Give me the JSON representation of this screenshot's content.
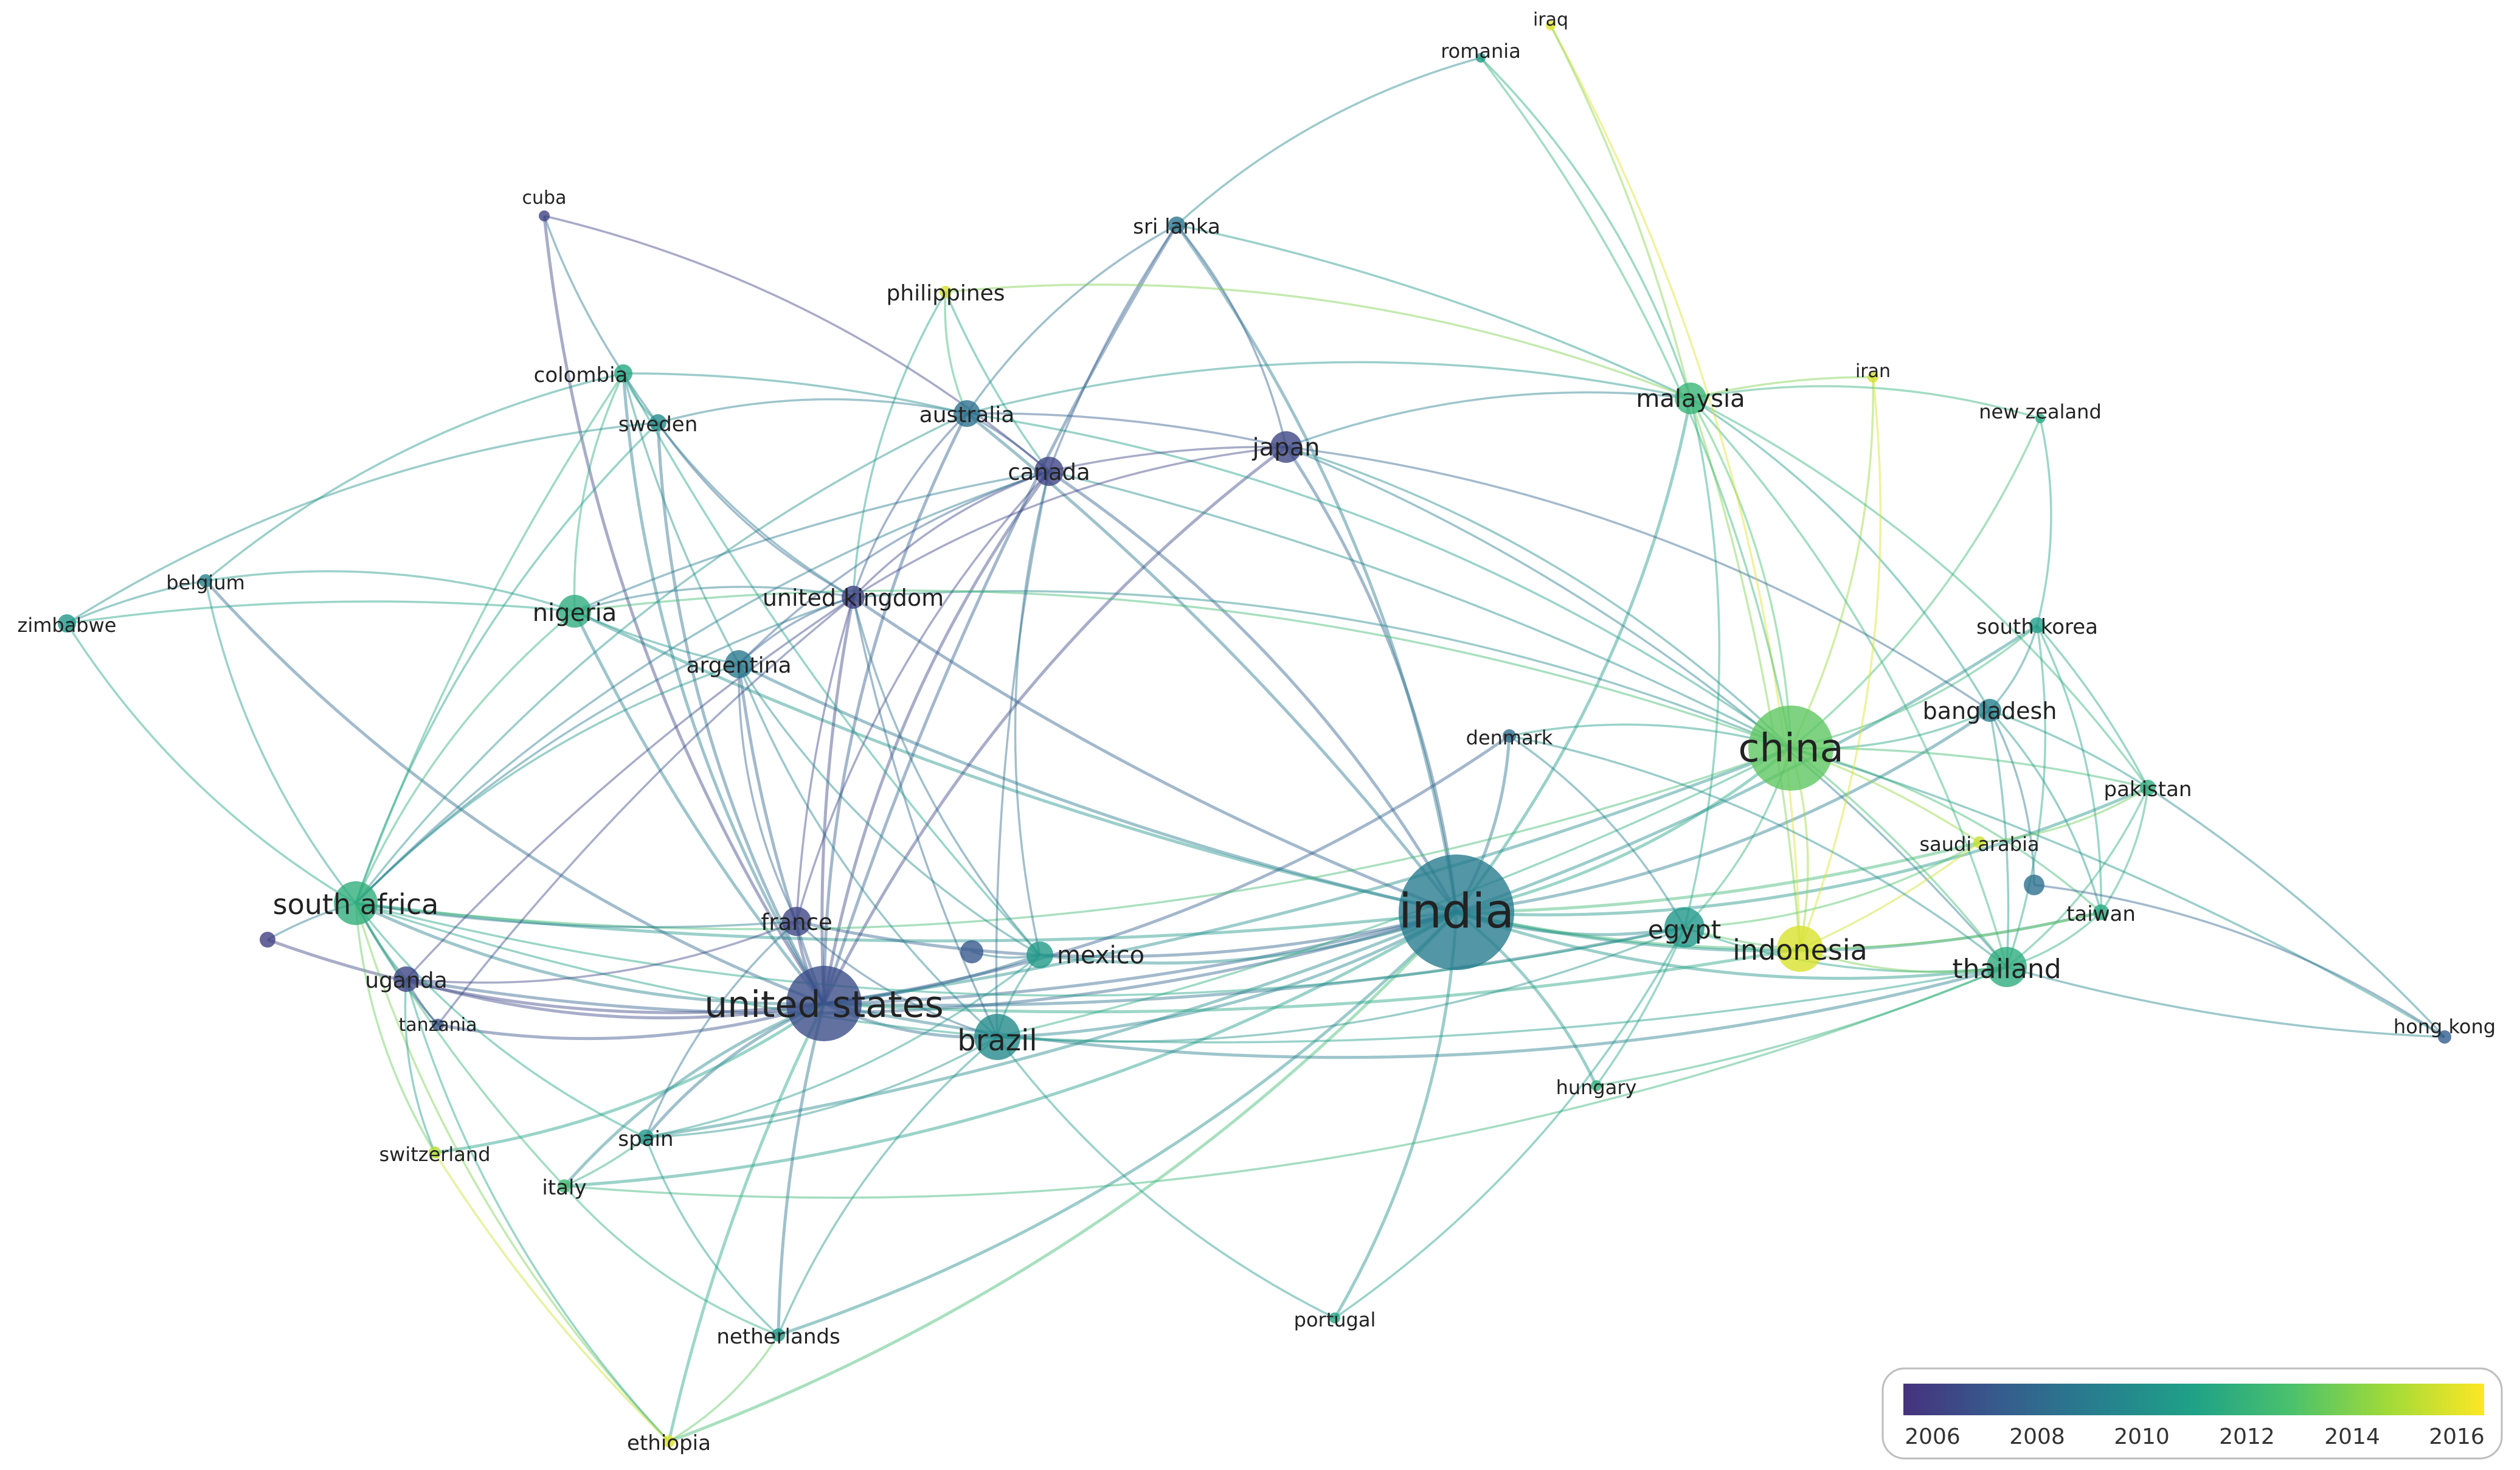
{
  "network": {
    "type": "country co-authorship network (overlay visualization)",
    "nodes": [
      {
        "id": "india",
        "label": "india",
        "size": 7,
        "year": 2009.2
      },
      {
        "id": "united_states",
        "label": "united states",
        "size": 5,
        "year": 2006.9
      },
      {
        "id": "china",
        "label": "china",
        "size": 5,
        "year": 2013.4
      },
      {
        "id": "brazil",
        "label": "brazil",
        "size": 3,
        "year": 2010.0
      },
      {
        "id": "south_africa",
        "label": "south africa",
        "size": 3,
        "year": 2011.9
      },
      {
        "id": "indonesia",
        "label": "indonesia",
        "size": 3,
        "year": 2015.9
      },
      {
        "id": "thailand",
        "label": "thailand",
        "size": 2.8,
        "year": 2011.8
      },
      {
        "id": "egypt",
        "label": "egypt",
        "size": 2.8,
        "year": 2010.6
      },
      {
        "id": "nigeria",
        "label": "nigeria",
        "size": 2.2,
        "year": 2011.8
      },
      {
        "id": "malaysia",
        "label": "malaysia",
        "size": 2.2,
        "year": 2012.3
      },
      {
        "id": "japan",
        "label": "japan",
        "size": 2.2,
        "year": 2006.6
      },
      {
        "id": "canada",
        "label": "canada",
        "size": 2,
        "year": 2006.5
      },
      {
        "id": "france",
        "label": "france",
        "size": 2,
        "year": 2006.6
      },
      {
        "id": "mexico",
        "label": "mexico",
        "size": 2,
        "year": 2010.8
      },
      {
        "id": "australia",
        "label": "australia",
        "size": 1.8,
        "year": 2008.6
      },
      {
        "id": "argentina",
        "label": "argentina",
        "size": 1.8,
        "year": 2009.0
      },
      {
        "id": "uganda",
        "label": "uganda",
        "size": 1.8,
        "year": 2006.6
      },
      {
        "id": "united_kingdom",
        "label": "united kingdom",
        "size": 1.6,
        "year": 2006.4
      },
      {
        "id": "bangladesh",
        "label": "bangladesh",
        "size": 1.6,
        "year": 2009.4
      },
      {
        "id": "colombia",
        "label": "colombia",
        "size": 1.3,
        "year": 2011.5
      },
      {
        "id": "sweden",
        "label": "sweden",
        "size": 1.2,
        "year": 2010.0
      },
      {
        "id": "sri_lanka",
        "label": "sri lanka",
        "size": 1.2,
        "year": 2008.8
      },
      {
        "id": "philippines",
        "label": "philippines",
        "size": 1,
        "year": 2015.8
      },
      {
        "id": "denmark",
        "label": "denmark",
        "size": 1,
        "year": 2008.4
      },
      {
        "id": "south_korea",
        "label": "south korea",
        "size": 1.2,
        "year": 2011.0
      },
      {
        "id": "pakistan",
        "label": "pakistan",
        "size": 1.2,
        "year": 2011.8
      },
      {
        "id": "taiwan",
        "label": "taiwan",
        "size": 1.2,
        "year": 2011.6
      },
      {
        "id": "spain",
        "label": "spain",
        "size": 1.2,
        "year": 2010.6
      },
      {
        "id": "saudi_arabia",
        "label": "saudi arabia",
        "size": 1,
        "year": 2015.6
      },
      {
        "id": "netherlands",
        "label": "netherlands",
        "size": 1,
        "year": 2010.8
      },
      {
        "id": "tanzania",
        "label": "tanzania",
        "size": 1,
        "year": 2007.2
      },
      {
        "id": "switzerland",
        "label": "switzerland",
        "size": 1,
        "year": 2015.2
      },
      {
        "id": "italy",
        "label": "italy",
        "size": 1,
        "year": 2012.6
      },
      {
        "id": "ethiopia",
        "label": "ethiopia",
        "size": 1,
        "year": 2016.0
      },
      {
        "id": "hungary",
        "label": "hungary",
        "size": 1,
        "year": 2012.0
      },
      {
        "id": "portugal",
        "label": "portugal",
        "size": 1,
        "year": 2011.4
      },
      {
        "id": "hong_kong",
        "label": "hong kong",
        "size": 1,
        "year": 2007.6
      },
      {
        "id": "belgium",
        "label": "belgium",
        "size": 1,
        "year": 2009.6
      },
      {
        "id": "zimbabwe",
        "label": "zimbabwe",
        "size": 1.2,
        "year": 2010.6
      },
      {
        "id": "cuba",
        "label": "cuba",
        "size": 0.8,
        "year": 2006.4
      },
      {
        "id": "new_zealand",
        "label": "new zealand",
        "size": 0.8,
        "year": 2011.6
      },
      {
        "id": "iran",
        "label": "iran",
        "size": 0.8,
        "year": 2015.8
      },
      {
        "id": "romania",
        "label": "romania",
        "size": 0.8,
        "year": 2010.8
      },
      {
        "id": "iraq",
        "label": "iraq",
        "size": 0.8,
        "year": 2016.0
      },
      {
        "id": "unlabeled_1",
        "label": "",
        "size": 1,
        "year": 2007.4
      },
      {
        "id": "unlabeled_2",
        "label": "",
        "size": 1,
        "year": 2006.2
      },
      {
        "id": "unlabeled_3",
        "label": "",
        "size": 1.1,
        "year": 2008.6
      }
    ],
    "edges": [
      [
        "india",
        "united_states"
      ],
      [
        "india",
        "china"
      ],
      [
        "india",
        "brazil"
      ],
      [
        "india",
        "south_africa"
      ],
      [
        "india",
        "egypt"
      ],
      [
        "india",
        "thailand"
      ],
      [
        "india",
        "indonesia"
      ],
      [
        "india",
        "japan"
      ],
      [
        "india",
        "canada"
      ],
      [
        "india",
        "united_kingdom"
      ],
      [
        "india",
        "malaysia"
      ],
      [
        "india",
        "bangladesh"
      ],
      [
        "india",
        "nigeria"
      ],
      [
        "india",
        "mexico"
      ],
      [
        "india",
        "france"
      ],
      [
        "india",
        "australia"
      ],
      [
        "india",
        "denmark"
      ],
      [
        "india",
        "pakistan"
      ],
      [
        "india",
        "saudi_arabia"
      ],
      [
        "india",
        "hungary"
      ],
      [
        "india",
        "portugal"
      ],
      [
        "india",
        "south_korea"
      ],
      [
        "india",
        "taiwan"
      ],
      [
        "india",
        "sri_lanka"
      ],
      [
        "india",
        "spain"
      ],
      [
        "india",
        "ethiopia"
      ],
      [
        "india",
        "uganda"
      ],
      [
        "india",
        "argentina"
      ],
      [
        "india",
        "netherlands"
      ],
      [
        "india",
        "italy"
      ],
      [
        "united_states",
        "china"
      ],
      [
        "united_states",
        "brazil"
      ],
      [
        "united_states",
        "south_africa"
      ],
      [
        "united_states",
        "united_kingdom"
      ],
      [
        "united_states",
        "canada"
      ],
      [
        "united_states",
        "france"
      ],
      [
        "united_states",
        "mexico"
      ],
      [
        "united_states",
        "japan"
      ],
      [
        "united_states",
        "australia"
      ],
      [
        "united_states",
        "argentina"
      ],
      [
        "united_states",
        "uganda"
      ],
      [
        "united_states",
        "tanzania"
      ],
      [
        "united_states",
        "nigeria"
      ],
      [
        "united_states",
        "spain"
      ],
      [
        "united_states",
        "colombia"
      ],
      [
        "united_states",
        "egypt"
      ],
      [
        "united_states",
        "thailand"
      ],
      [
        "united_states",
        "sweden"
      ],
      [
        "united_states",
        "netherlands"
      ],
      [
        "united_states",
        "italy"
      ],
      [
        "united_states",
        "switzerland"
      ],
      [
        "united_states",
        "ethiopia"
      ],
      [
        "united_states",
        "cuba"
      ],
      [
        "united_states",
        "belgium"
      ],
      [
        "united_states",
        "indonesia"
      ],
      [
        "united_states",
        "unlabeled_2"
      ],
      [
        "united_states",
        "denmark"
      ],
      [
        "united_states",
        "sri_lanka"
      ],
      [
        "china",
        "malaysia"
      ],
      [
        "china",
        "egypt"
      ],
      [
        "china",
        "thailand"
      ],
      [
        "china",
        "indonesia"
      ],
      [
        "china",
        "bangladesh"
      ],
      [
        "china",
        "pakistan"
      ],
      [
        "china",
        "south_korea"
      ],
      [
        "china",
        "taiwan"
      ],
      [
        "china",
        "saudi_arabia"
      ],
      [
        "china",
        "japan"
      ],
      [
        "china",
        "united_kingdom"
      ],
      [
        "china",
        "brazil"
      ],
      [
        "china",
        "south_africa"
      ],
      [
        "china",
        "new_zealand"
      ],
      [
        "china",
        "hong_kong"
      ],
      [
        "china",
        "denmark"
      ],
      [
        "china",
        "australia"
      ],
      [
        "china",
        "canada"
      ],
      [
        "china",
        "iran"
      ],
      [
        "china",
        "nigeria"
      ],
      [
        "brazil",
        "south_africa"
      ],
      [
        "brazil",
        "mexico"
      ],
      [
        "brazil",
        "argentina"
      ],
      [
        "brazil",
        "united_kingdom"
      ],
      [
        "brazil",
        "france"
      ],
      [
        "brazil",
        "egypt"
      ],
      [
        "brazil",
        "thailand"
      ],
      [
        "brazil",
        "spain"
      ],
      [
        "brazil",
        "netherlands"
      ],
      [
        "brazil",
        "canada"
      ],
      [
        "brazil",
        "portugal"
      ],
      [
        "south_africa",
        "nigeria"
      ],
      [
        "south_africa",
        "uganda"
      ],
      [
        "south_africa",
        "united_kingdom"
      ],
      [
        "south_africa",
        "zimbabwe"
      ],
      [
        "south_africa",
        "tanzania"
      ],
      [
        "south_africa",
        "belgium"
      ],
      [
        "south_africa",
        "australia"
      ],
      [
        "south_africa",
        "france"
      ],
      [
        "south_africa",
        "argentina"
      ],
      [
        "south_africa",
        "switzerland"
      ],
      [
        "south_africa",
        "italy"
      ],
      [
        "south_africa",
        "sweden"
      ],
      [
        "south_africa",
        "canada"
      ],
      [
        "south_africa",
        "colombia"
      ],
      [
        "south_africa",
        "spain"
      ],
      [
        "south_africa",
        "egypt"
      ],
      [
        "south_africa",
        "unlabeled_2"
      ],
      [
        "south_africa",
        "ethiopia"
      ],
      [
        "egypt",
        "thailand"
      ],
      [
        "egypt",
        "indonesia"
      ],
      [
        "egypt",
        "malaysia"
      ],
      [
        "egypt",
        "saudi_arabia"
      ],
      [
        "egypt",
        "hungary"
      ],
      [
        "thailand",
        "indonesia"
      ],
      [
        "thailand",
        "malaysia"
      ],
      [
        "thailand",
        "bangladesh"
      ],
      [
        "thailand",
        "pakistan"
      ],
      [
        "thailand",
        "taiwan"
      ],
      [
        "thailand",
        "hong_kong"
      ],
      [
        "thailand",
        "south_korea"
      ],
      [
        "thailand",
        "japan"
      ],
      [
        "malaysia",
        "indonesia"
      ],
      [
        "malaysia",
        "bangladesh"
      ],
      [
        "malaysia",
        "pakistan"
      ],
      [
        "malaysia",
        "iran"
      ],
      [
        "malaysia",
        "romania"
      ],
      [
        "malaysia",
        "new_zealand"
      ],
      [
        "malaysia",
        "sri_lanka"
      ],
      [
        "malaysia",
        "japan"
      ],
      [
        "malaysia",
        "australia"
      ],
      [
        "japan",
        "canada"
      ],
      [
        "japan",
        "united_kingdom"
      ],
      [
        "japan",
        "sri_lanka"
      ],
      [
        "japan",
        "australia"
      ],
      [
        "japan",
        "bangladesh"
      ],
      [
        "canada",
        "united_kingdom"
      ],
      [
        "canada",
        "australia"
      ],
      [
        "canada",
        "france"
      ],
      [
        "canada",
        "mexico"
      ],
      [
        "canada",
        "sri_lanka"
      ],
      [
        "canada",
        "cuba"
      ],
      [
        "canada",
        "argentina"
      ],
      [
        "canada",
        "nigeria"
      ],
      [
        "united_kingdom",
        "nigeria"
      ],
      [
        "united_kingdom",
        "argentina"
      ],
      [
        "united_kingdom",
        "france"
      ],
      [
        "united_kingdom",
        "australia"
      ],
      [
        "united_kingdom",
        "mexico"
      ],
      [
        "united_kingdom",
        "uganda"
      ],
      [
        "united_kingdom",
        "sweden"
      ],
      [
        "united_kingdom",
        "colombia"
      ],
      [
        "united_kingdom",
        "tanzania"
      ],
      [
        "united_kingdom",
        "philippines"
      ],
      [
        "australia",
        "sweden"
      ],
      [
        "australia",
        "colombia"
      ],
      [
        "australia",
        "sri_lanka"
      ],
      [
        "australia",
        "philippines"
      ],
      [
        "nigeria",
        "argentina"
      ],
      [
        "nigeria",
        "colombia"
      ],
      [
        "nigeria",
        "belgium"
      ],
      [
        "nigeria",
        "zimbabwe"
      ],
      [
        "argentina",
        "mexico"
      ],
      [
        "argentina",
        "france"
      ],
      [
        "argentina",
        "colombia"
      ],
      [
        "mexico",
        "unlabeled_1"
      ],
      [
        "mexico",
        "spain"
      ],
      [
        "mexico",
        "colombia"
      ],
      [
        "france",
        "uganda"
      ],
      [
        "france",
        "spain"
      ],
      [
        "uganda",
        "tanzania"
      ],
      [
        "uganda",
        "switzerland"
      ],
      [
        "uganda",
        "ethiopia"
      ],
      [
        "colombia",
        "cuba"
      ],
      [
        "colombia",
        "sweden"
      ],
      [
        "colombia",
        "belgium"
      ],
      [
        "zimbabwe",
        "belgium"
      ],
      [
        "zimbabwe",
        "sweden"
      ],
      [
        "bangladesh",
        "south_korea"
      ],
      [
        "bangladesh",
        "pakistan"
      ],
      [
        "bangladesh",
        "taiwan"
      ],
      [
        "bangladesh",
        "unlabeled_3"
      ],
      [
        "south_korea",
        "pakistan"
      ],
      [
        "south_korea",
        "new_zealand"
      ],
      [
        "south_korea",
        "taiwan"
      ],
      [
        "pakistan",
        "hong_kong"
      ],
      [
        "pakistan",
        "taiwan"
      ],
      [
        "pakistan",
        "saudi_arabia"
      ],
      [
        "indonesia",
        "saudi_arabia"
      ],
      [
        "indonesia",
        "iraq"
      ],
      [
        "indonesia",
        "iran"
      ],
      [
        "indonesia",
        "taiwan"
      ],
      [
        "romania",
        "sri_lanka"
      ],
      [
        "romania",
        "china"
      ],
      [
        "iraq",
        "malaysia"
      ],
      [
        "denmark",
        "egypt"
      ],
      [
        "denmark",
        "thailand"
      ],
      [
        "italy",
        "spain"
      ],
      [
        "italy",
        "netherlands"
      ],
      [
        "italy",
        "thailand"
      ],
      [
        "switzerland",
        "ethiopia"
      ],
      [
        "ethiopia",
        "netherlands"
      ],
      [
        "netherlands",
        "spain"
      ],
      [
        "philippines",
        "canada"
      ],
      [
        "philippines",
        "malaysia"
      ],
      [
        "hong_kong",
        "unlabeled_3"
      ],
      [
        "hungary",
        "thailand"
      ],
      [
        "portugal",
        "egypt"
      ]
    ]
  },
  "legend": {
    "ticks": [
      "2006",
      "2008",
      "2010",
      "2012",
      "2014",
      "2016"
    ],
    "min_year": 2005.7,
    "max_year": 2016.6,
    "colormap": [
      "#46327e",
      "#365c8d",
      "#277f8e",
      "#1fa187",
      "#4ac16d",
      "#a0da39",
      "#fde725"
    ]
  }
}
